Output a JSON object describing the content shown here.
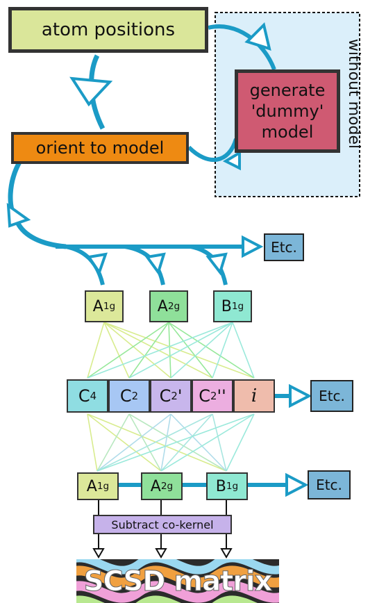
{
  "colors": {
    "flow": "#1b9bc6",
    "panel": "#dbeffa",
    "atom_box": "#dae69a",
    "orient_box": "#ee8a12",
    "dummy_box": "#cf5a72",
    "etc_box": "#7cb6d8",
    "A1g": "#dce89a",
    "A2g": "#8fe09a",
    "B1g": "#8fe8d2",
    "C4": "#8fdde2",
    "C2": "#a7c7f4",
    "C2p": "#c8b6ec",
    "C2pp": "#ecaee0",
    "inv": "#efbcac",
    "cokernel": "#c6b2ea"
  },
  "top": {
    "atom_positions": "atom positions",
    "orient": "orient to model",
    "dummy": "generate 'dummy' model",
    "without_model": "without model"
  },
  "etc": "Etc.",
  "irreps_top": [
    {
      "base": "A",
      "sub": "1g"
    },
    {
      "base": "A",
      "sub": "2g"
    },
    {
      "base": "B",
      "sub": "1g"
    }
  ],
  "symmetry_ops": [
    {
      "base": "C",
      "sub": "4",
      "sup": ""
    },
    {
      "base": "C",
      "sub": "2",
      "sup": ""
    },
    {
      "base": "C",
      "sub": "2",
      "sup": "'"
    },
    {
      "base": "C",
      "sub": "2",
      "sup": "''"
    },
    {
      "base": "i",
      "sub": "",
      "sup": ""
    }
  ],
  "irreps_bottom": [
    {
      "base": "A",
      "sub": "1g"
    },
    {
      "base": "A",
      "sub": "2g"
    },
    {
      "base": "B",
      "sub": "1g"
    }
  ],
  "cokernel": "Subtract co-kernel",
  "matrix": "SCSD matrix"
}
